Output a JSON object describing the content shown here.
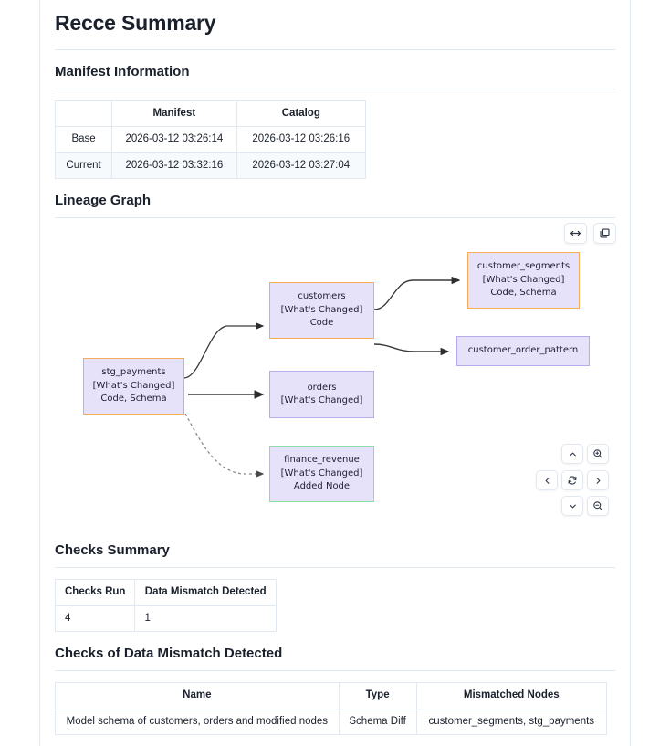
{
  "page": {
    "title": "Recce Summary"
  },
  "manifest_section": {
    "heading": "Manifest Information",
    "columns": [
      "",
      "Manifest",
      "Catalog"
    ],
    "rows": [
      {
        "label": "Base",
        "manifest": "2026-03-12 03:26:14",
        "catalog": "2026-03-12 03:26:16"
      },
      {
        "label": "Current",
        "manifest": "2026-03-12 03:32:16",
        "catalog": "2026-03-12 03:27:04"
      }
    ]
  },
  "lineage_section": {
    "heading": "Lineage Graph",
    "toolbar": [
      {
        "name": "fit-view-button",
        "icon": "horizontal-arrows-icon"
      },
      {
        "name": "copy-button",
        "icon": "copy-icon"
      }
    ],
    "controls": [
      {
        "name": "pan-up-button",
        "icon": "chevron-up-icon"
      },
      {
        "name": "zoom-in-button",
        "icon": "zoom-in-icon"
      },
      {
        "name": "pan-left-button",
        "icon": "chevron-left-icon"
      },
      {
        "name": "reset-view-button",
        "icon": "refresh-icon"
      },
      {
        "name": "pan-right-button",
        "icon": "chevron-right-icon"
      },
      {
        "name": "pan-down-button",
        "icon": "chevron-down-icon"
      },
      {
        "name": "zoom-out-button",
        "icon": "zoom-out-icon"
      }
    ],
    "nodes": [
      {
        "id": "stg_payments",
        "name": "stg_payments",
        "lines": [
          "stg_payments",
          "[What's Changed]",
          "Code, Schema"
        ],
        "status": "modified",
        "border_color": "#f6ad55",
        "fill_color": "#e6e2fa"
      },
      {
        "id": "customers",
        "name": "customers",
        "lines": [
          "customers",
          "[What's Changed]",
          "Code"
        ],
        "status": "modified",
        "border_color": "#f6ad55",
        "fill_color": "#e6e2fa"
      },
      {
        "id": "customer_segments",
        "name": "customer_segments",
        "lines": [
          "customer_segments",
          "[What's Changed]",
          "Code, Schema"
        ],
        "status": "modified",
        "border_color": "#f6ad55",
        "fill_color": "#e6e2fa"
      },
      {
        "id": "customer_order_pattern",
        "name": "customer_order_pattern",
        "lines": [
          "customer_order_pattern"
        ],
        "status": "plain",
        "border_color": "#b9a9ec",
        "fill_color": "#e6e2fa"
      },
      {
        "id": "orders",
        "name": "orders",
        "lines": [
          "orders",
          "[What's Changed]"
        ],
        "status": "plain",
        "border_color": "#b9a9ec",
        "fill_color": "#e6e2fa"
      },
      {
        "id": "finance_revenue",
        "name": "finance_revenue",
        "lines": [
          "finance_revenue",
          "[What's Changed]",
          "Added Node"
        ],
        "status": "added",
        "border_color": "#84e1a0",
        "fill_color": "#e6e2fa"
      }
    ],
    "edges": [
      {
        "from": "stg_payments",
        "to": "customers",
        "style": "solid"
      },
      {
        "from": "stg_payments",
        "to": "orders",
        "style": "solid"
      },
      {
        "from": "stg_payments",
        "to": "finance_revenue",
        "style": "dashed"
      },
      {
        "from": "customers",
        "to": "customer_segments",
        "style": "solid"
      },
      {
        "from": "customers",
        "to": "customer_order_pattern",
        "style": "solid"
      }
    ]
  },
  "checks_summary_section": {
    "heading": "Checks Summary",
    "columns": [
      "Checks Run",
      "Data Mismatch Detected"
    ],
    "rows": [
      {
        "checks_run": "4",
        "data_mismatch_detected": "1"
      }
    ]
  },
  "mismatch_section": {
    "heading": "Checks of Data Mismatch Detected",
    "columns": [
      "Name",
      "Type",
      "Mismatched Nodes"
    ],
    "rows": [
      {
        "name": "Model schema of customers, orders and modified nodes",
        "type": "Schema Diff",
        "mismatched_nodes": "customer_segments, stg_payments"
      }
    ]
  }
}
